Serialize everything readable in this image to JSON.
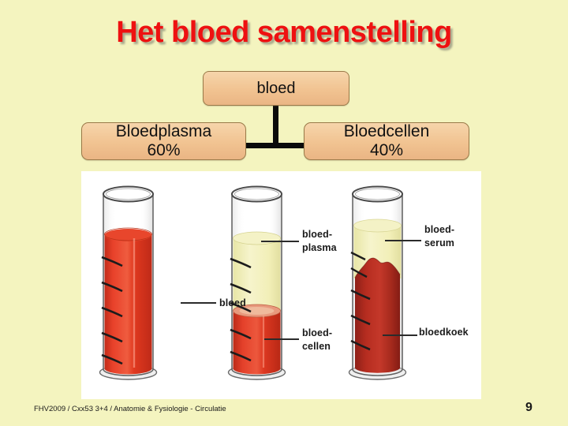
{
  "slide": {
    "title": "Het bloed samenstelling",
    "background_color": "#f4f4bf",
    "title_color": "#ee1111",
    "page_number": "9",
    "footer": "FHV2009 / Cxx53 3+4 / Anatomie & Fysiologie - Circulatie"
  },
  "diagram": {
    "box_fill_color": "#f1c391",
    "box_border_color": "#9a7a49",
    "connector_color": "#0b0b0b",
    "top_box": {
      "label": "bloed"
    },
    "left_box": {
      "label": "Bloedplasma",
      "value": "60%"
    },
    "right_box": {
      "label": "Bloedcellen",
      "value": "40%"
    }
  },
  "figure": {
    "panel_background": "#ffffff",
    "blood_color": "#e03a22",
    "plasma_color": "#f2f0b8",
    "clot_color": "#a8261d",
    "tubes": [
      {
        "name": "tube-whole-blood",
        "contents": [
          {
            "layer": "bloed",
            "color": "#e03a22",
            "fill_fraction": 1.0
          }
        ]
      },
      {
        "name": "tube-centrifuged-blood",
        "contents": [
          {
            "layer": "bloed-plasma",
            "color": "#f2f0b8",
            "fill_fraction": 0.52
          },
          {
            "layer": "bloed-cellen",
            "color": "#e03a22",
            "fill_fraction": 0.48
          }
        ]
      },
      {
        "name": "tube-clotted-blood",
        "contents": [
          {
            "layer": "bloed-serum",
            "color": "#f2f0b8",
            "fill_fraction": 0.28
          },
          {
            "layer": "bloedkoek",
            "color": "#a8261d",
            "fill_fraction": 0.72
          }
        ]
      }
    ],
    "labels": {
      "blood": "bloed",
      "plasma": "bloed-\nplasma",
      "cells": "bloed-\ncellen",
      "serum": "bloed-\nserum",
      "clot": "bloedkoek"
    }
  }
}
